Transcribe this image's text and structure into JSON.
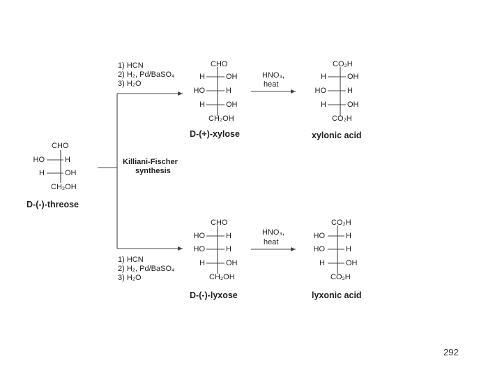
{
  "threose": {
    "top": "CHO",
    "r1_left": "HO",
    "r1_right": "H",
    "r2_left": "H",
    "r2_right": "OH",
    "bottom": "CH₂OH",
    "name": "D-(-)-threose"
  },
  "synthesis_label": {
    "line1": "Killiani-Fischer",
    "line2": "synthesis"
  },
  "upper_reagents": [
    "1) HCN",
    "2) H₂, Pd/BaSO₄",
    "3) H₂O"
  ],
  "lower_reagents": [
    "1) HCN",
    "2) H₂, Pd/BaSO₄",
    "3) H₂O"
  ],
  "xylose": {
    "top": "CHO",
    "r1_left": "H",
    "r1_right": "OH",
    "r2_left": "HO",
    "r2_right": "H",
    "r3_left": "H",
    "r3_right": "OH",
    "bottom": "CH₂OH",
    "name": "D-(+)-xylose"
  },
  "xylonic_acid": {
    "top": "CO₂H",
    "r1_left": "H",
    "r1_right": "OH",
    "r2_left": "HO",
    "r2_right": "H",
    "r3_left": "H",
    "r3_right": "OH",
    "bottom": "CO₂H",
    "name": "xylonic acid"
  },
  "lyxose": {
    "top": "CHO",
    "r1_left": "HO",
    "r1_right": "H",
    "r2_left": "HO",
    "r2_right": "H",
    "r3_left": "H",
    "r3_right": "OH",
    "bottom": "CH₂OH",
    "name": "D-(-)-lyxose"
  },
  "lyxonic_acid": {
    "top": "CO₂H",
    "r1_left": "HO",
    "r1_right": "H",
    "r2_left": "HO",
    "r2_right": "H",
    "r3_left": "H",
    "r3_right": "OH",
    "bottom": "CO₂H",
    "name": "lyxonic acid"
  },
  "oxidation_upper": {
    "line1": "HNO₃,",
    "line2": "heat"
  },
  "oxidation_lower": {
    "line1": "HNO₃,",
    "line2": "heat"
  },
  "page_number": "292"
}
